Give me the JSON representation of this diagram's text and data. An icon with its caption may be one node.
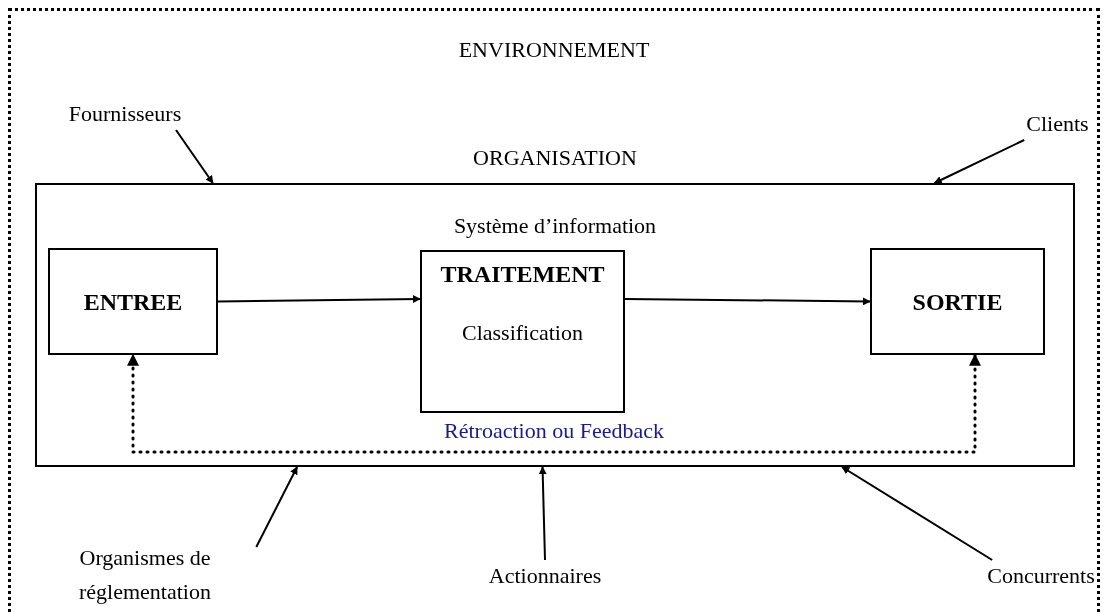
{
  "diagram": {
    "nodes": [
      {
        "text": [
          "ENVIRONNEMENT"
        ]
      },
      {
        "text": [
          "ORGANISATION",
          "Système d’information"
        ],
        "in": 0
      },
      {
        "text": [
          "ENTREE"
        ],
        "in": 1
      },
      {
        "text": [
          "TRAITEMENT",
          "Classification"
        ],
        "in": 1
      },
      {
        "text": [
          "SORTIE"
        ],
        "in": 1
      },
      {
        "text": [
          "Fournisseurs"
        ],
        "in": 0
      },
      {
        "text": [
          "Clients"
        ],
        "in": 0
      },
      {
        "text": [
          "Organismes de réglementation"
        ],
        "in": 0
      },
      {
        "text": [
          "Actionnaires"
        ],
        "in": 0
      },
      {
        "text": [
          "Concurrents"
        ],
        "in": 0
      }
    ],
    "edges": [
      {
        "from": 2,
        "to": 3,
        "arrow": "to"
      },
      {
        "from": 3,
        "to": 4,
        "arrow": "to"
      },
      {
        "from": 4,
        "to": 2,
        "arrow": "both",
        "label": "Rétroaction ou Feedback",
        "style": "dashed"
      },
      {
        "from": 5,
        "to": 1,
        "arrow": "to"
      },
      {
        "from": 6,
        "to": 1,
        "arrow": "to"
      },
      {
        "from": 7,
        "to": 1,
        "arrow": "to"
      },
      {
        "from": 8,
        "to": 1,
        "arrow": "to"
      },
      {
        "from": 9,
        "to": 1,
        "arrow": "to"
      }
    ]
  }
}
